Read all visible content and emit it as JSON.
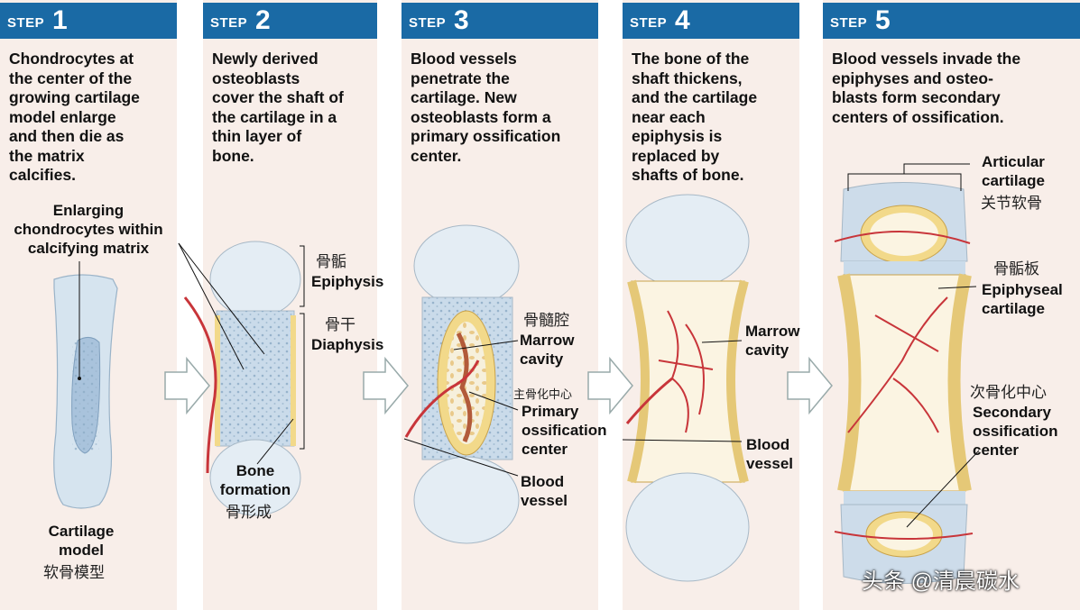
{
  "steps": [
    {
      "word": "STEP",
      "num": "1",
      "desc": "Chondrocytes at\nthe center of the\ngrowing cartilage\nmodel enlarge\nand then die as\nthe matrix\ncalcifies."
    },
    {
      "word": "STEP",
      "num": "2",
      "desc": "Newly derived\nosteoblasts\ncover the shaft of\nthe cartilage in a\nthin layer of\nbone."
    },
    {
      "word": "STEP",
      "num": "3",
      "desc": "Blood vessels\npenetrate the\ncartilage. New\nosteoblasts form a\nprimary ossification\ncenter."
    },
    {
      "word": "STEP",
      "num": "4",
      "desc": "The bone of the\nshaft thickens,\nand the cartilage\nnear each\nepiphysis is\nreplaced by\nshafts of bone."
    },
    {
      "word": "STEP",
      "num": "5",
      "desc": "Blood vessels invade the\nepiphyses and osteo-\nblasts form secondary\ncenters of ossification."
    }
  ],
  "labels": {
    "enlarging": "Enlarging\nchondrocytes within\ncalcifying matrix",
    "cartilage_model": "Cartilage\nmodel",
    "cartilage_model_cn": "软骨模型",
    "epiphysis_cn": "骨骺",
    "epiphysis": "Epiphysis",
    "diaphysis_cn": "骨干",
    "diaphysis": "Diaphysis",
    "bone_formation": "Bone\nformation",
    "bone_formation_cn": "骨形成",
    "marrow_cavity_cn": "骨髓腔",
    "marrow_cavity": "Marrow\ncavity",
    "primary_cn": "主骨化中心",
    "primary": "Primary\nossification\ncenter",
    "blood_vessel": "Blood\nvessel",
    "marrow_cavity_4": "Marrow\ncavity",
    "blood_vessel_4": "Blood\nvessel",
    "articular": "Articular\ncartilage",
    "articular_cn": "关节软骨",
    "epiphyseal_cn": "骨骺板",
    "epiphyseal": "Epiphyseal\ncartilage",
    "secondary_cn": "次骨化中心",
    "secondary": "Secondary\nossification\ncenter"
  },
  "watermark": "头条 @清晨碳水",
  "colors": {
    "header": "#1a6aa5",
    "panel_bg": "#f8eee9",
    "cartilage": "#d6e4ef",
    "bone": "#f2d98a",
    "vessel": "#c8353a"
  }
}
